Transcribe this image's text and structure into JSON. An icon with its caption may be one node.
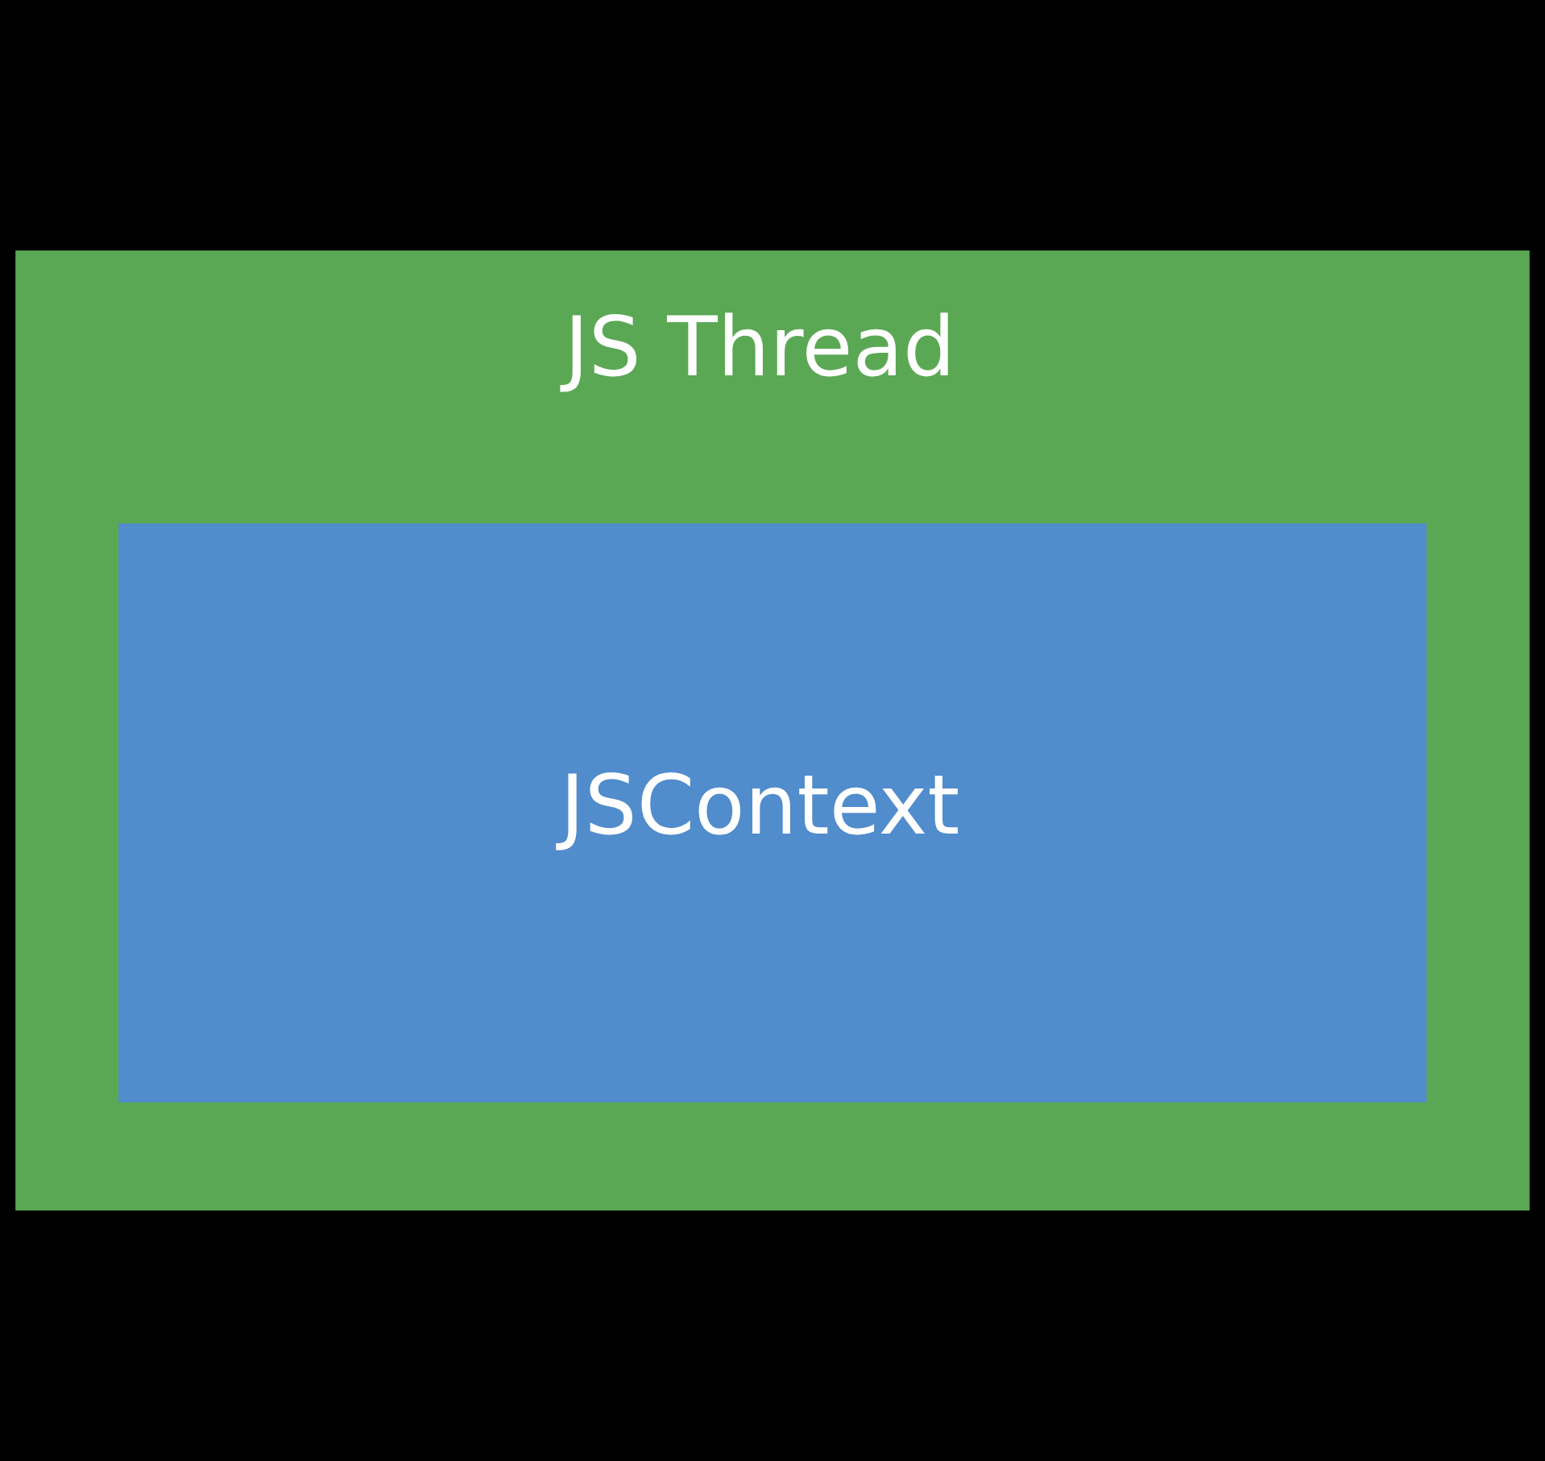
{
  "diagram": {
    "nodes": [
      {
        "text": [
          "JS Thread"
        ]
      },
      {
        "text": [
          "JSContext"
        ],
        "in": 0
      }
    ]
  }
}
